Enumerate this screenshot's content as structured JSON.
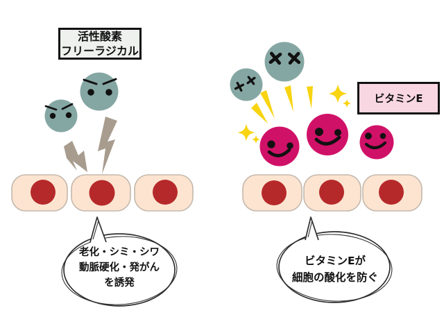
{
  "illustration_title": "free-radicals-vs-vitamin-e-cell-diagram",
  "colors": {
    "radical": "#85a7a3",
    "vitamin": "#d01168",
    "bolt": "#a89c8e",
    "ray_yellow": "#f8d411",
    "cell_fill": "#fce4d0",
    "cell_border": "#c3b8ac",
    "nucleus": "#b6292a",
    "label_pink_bg": "#f8d7e3",
    "label_gray_bg": "#eef1ee",
    "ink": "#111111",
    "bubble_stroke": "#2e2e2e"
  },
  "left_panel": {
    "label_box": {
      "line1": "活性酸素",
      "line2": "フリーラジカル"
    },
    "speech_bubble": {
      "line1": "老化・シミ・シワ",
      "line2": "動脈硬化・発がん",
      "line3": "を誘発"
    }
  },
  "right_panel": {
    "label_box": {
      "text": "ビタミンE"
    },
    "speech_bubble": {
      "line1": "ビタミンEが",
      "line2": "細胞の酸化を防ぐ"
    }
  }
}
